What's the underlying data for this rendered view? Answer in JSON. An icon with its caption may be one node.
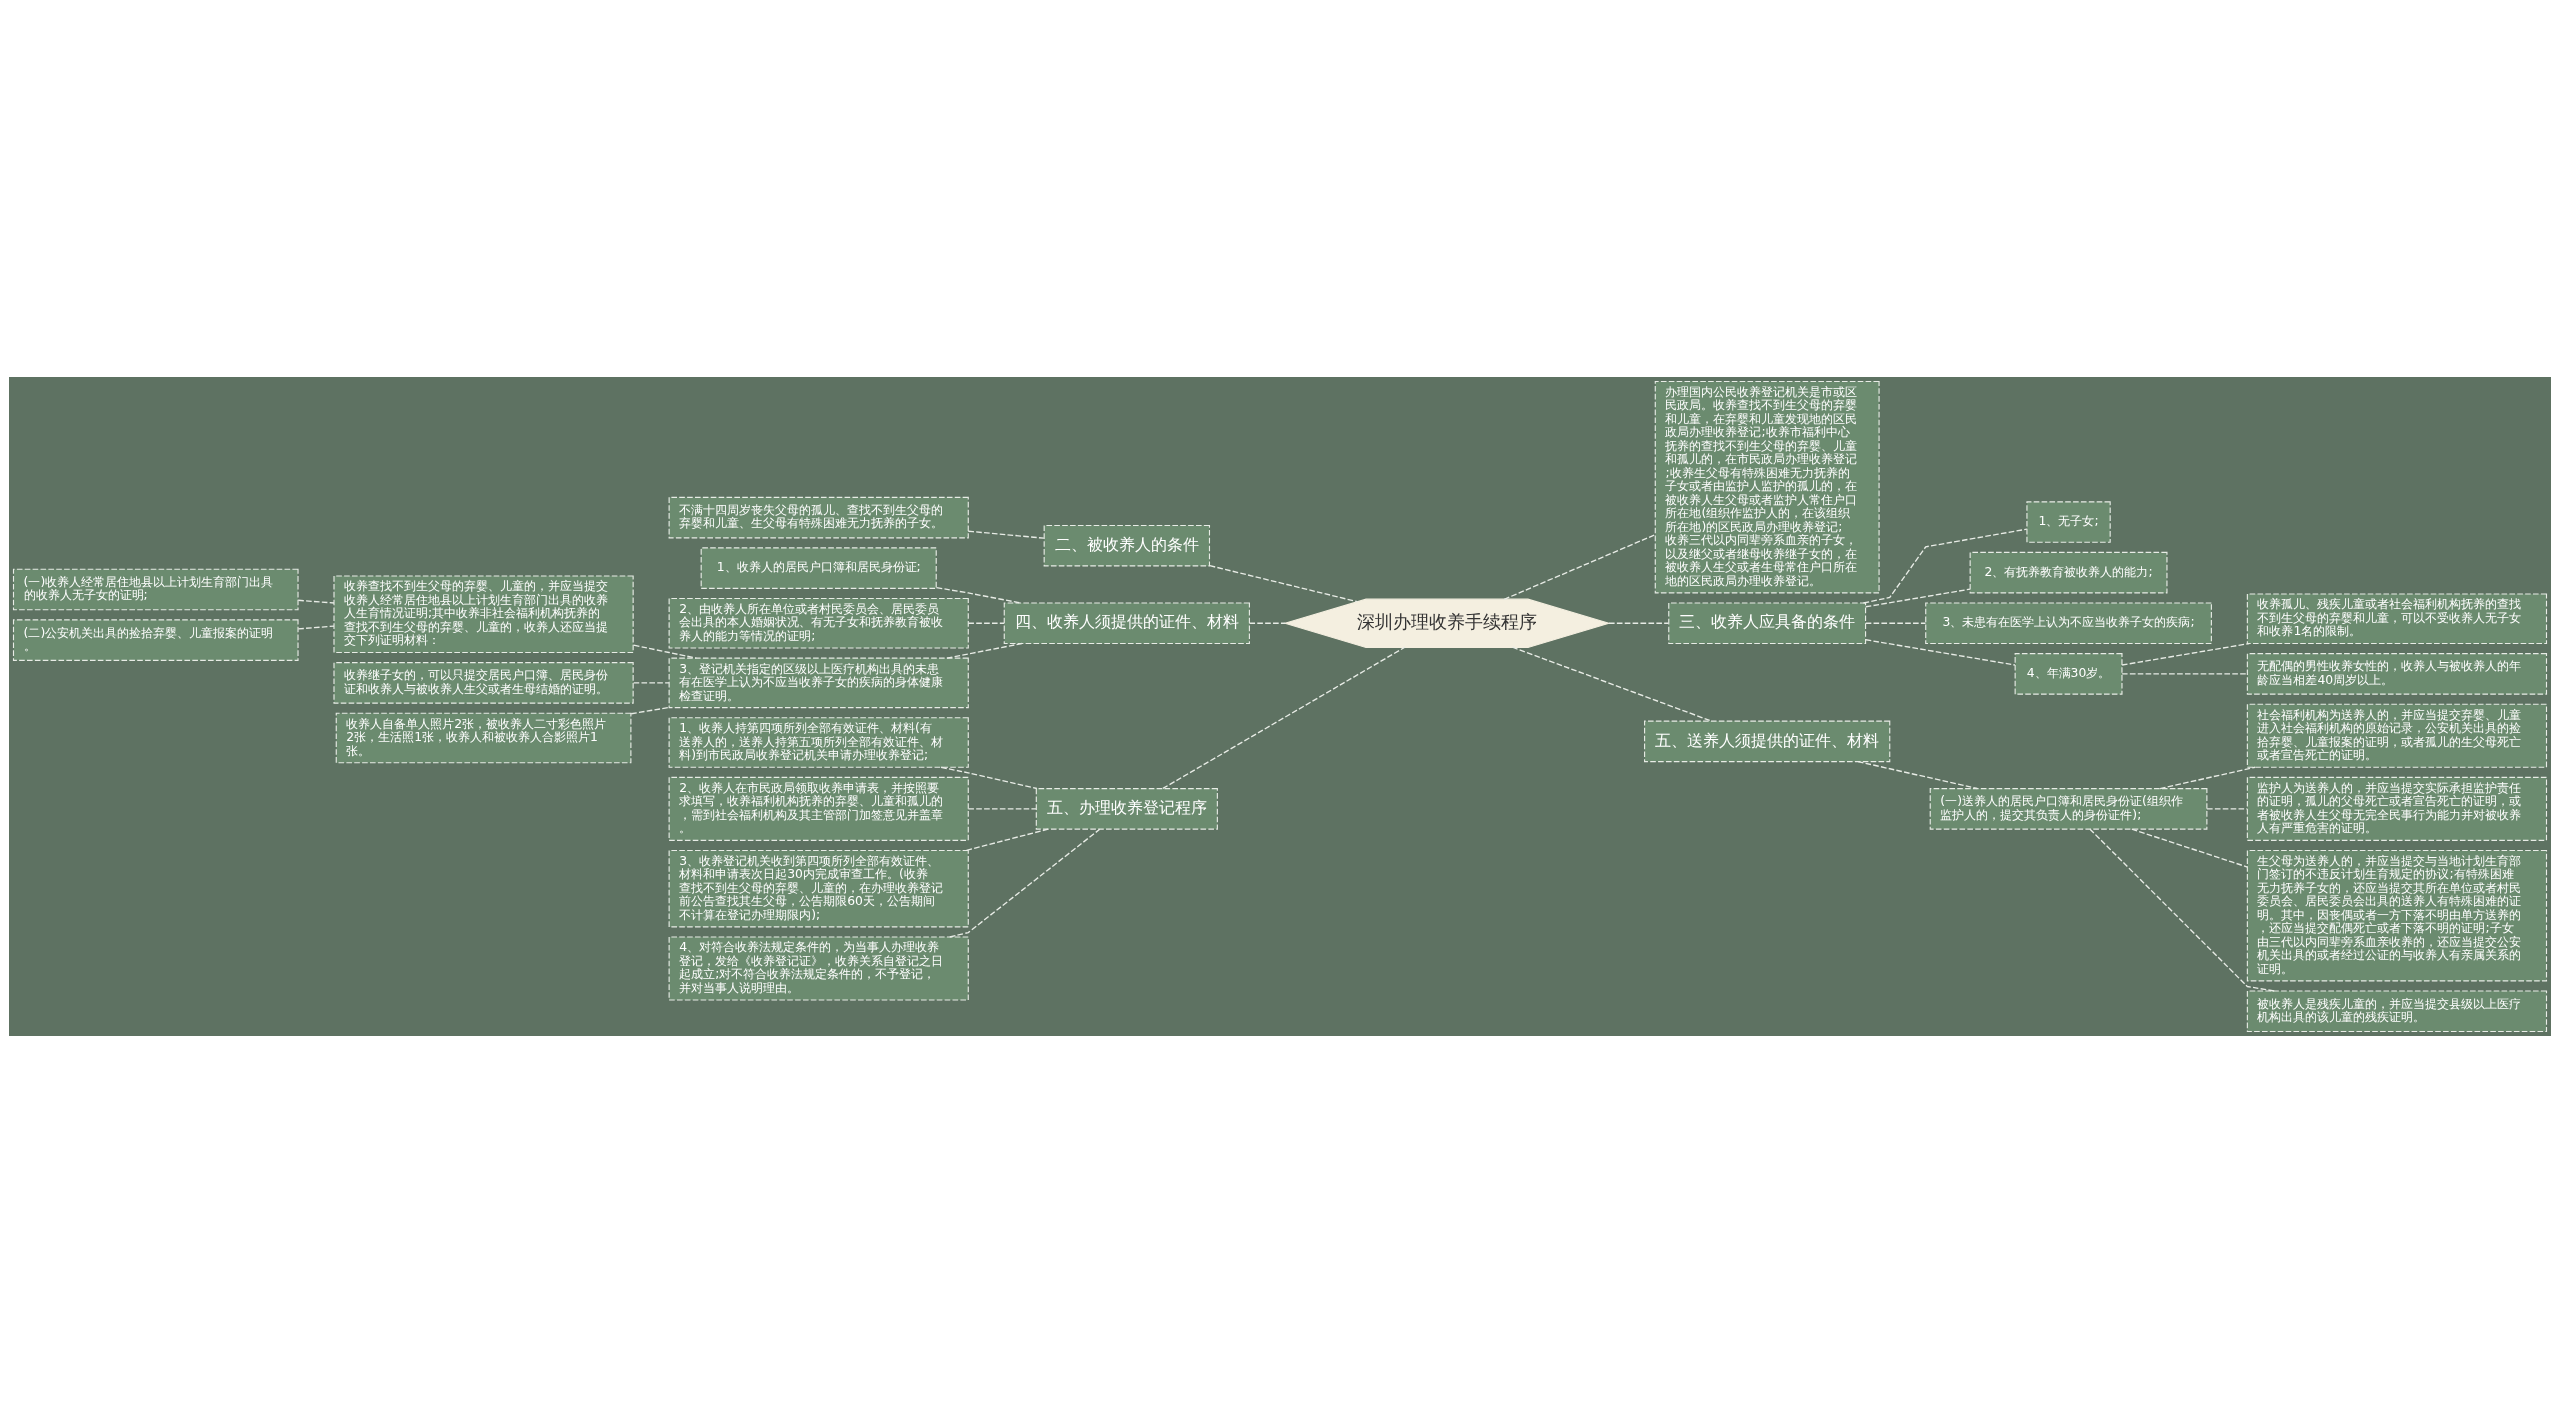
{
  "diagram": {
    "nodes": [
      {
        "text": [
          "深圳办理收养手续程序"
        ]
      },
      {
        "text": [
          "二、被收养人的条件"
        ]
      },
      {
        "text": [
          "不满十四周岁丧失父母的孤儿、查找不到生父母的弃婴和儿童、生父母有特殊困难无力抚养的子女。"
        ]
      },
      {
        "text": [
          "四、收养人须提供的证件、材料"
        ]
      },
      {
        "text": [
          "1、收养人的居民户口簿和居民身份证;"
        ]
      },
      {
        "text": [
          "2、由收养人所在单位或者村民委员会、居民委员会出具的本人婚姻状况、有无子女和抚养教育被收养人的能力等情况的证明;"
        ]
      },
      {
        "text": [
          "3、登记机关指定的区级以上医疗机构出具的未患有在医学上认为不应当收养子女的疾病的身体健康检查证明。"
        ]
      },
      {
        "text": [
          "收养查找不到生父母的弃婴、儿童的，并应当提交收养人经常居住地县以上计划生育部门出具的收养人生育情况证明;其中收养非社会福利机构抚养的查找不到生父母的弃婴、儿童的，收养人还应当提交下列证明材料："
        ]
      },
      {
        "text": [
          "(一)收养人经常居住地县以上计划生育部门出具的收养人无子女的证明;"
        ]
      },
      {
        "text": [
          "(二)公安机关出具的捡拾弃婴、儿童报案的证明。"
        ]
      },
      {
        "text": [
          "收养继子女的，可以只提交居民户口簿、居民身份证和收养人与被收养人生父或者生母结婚的证明。"
        ]
      },
      {
        "text": [
          "收养人自备单人照片2张，被收养人二寸彩色照片2张，生活照1张，收养人和被收养人合影照片1张。"
        ]
      },
      {
        "text": [
          "五、办理收养登记程序"
        ]
      },
      {
        "text": [
          "1、收养人持第四项所列全部有效证件、材料(有送养人的，送养人持第五项所列全部有效证件、材料)到市民政局收养登记机关申请办理收养登记;"
        ]
      },
      {
        "text": [
          "2、收养人在市民政局领取收养申请表，并按照要求填写，收养福利机构抚养的弃婴、儿童和孤儿的，需到社会福利机构及其主管部门加签意见并盖章。"
        ]
      },
      {
        "text": [
          "3、收养登记机关收到第四项所列全部有效证件、材料和申请表次日起30内完成审查工作。(收养查找不到生父母的弃婴、儿童的，在办理收养登记前公告查找其生父母，公告期限60天，公告期间不计算在登记办理期限内);"
        ]
      },
      {
        "text": [
          "4、对符合收养法规定条件的，为当事人办理收养登记，发给《收养登记证》，收养关系自登记之日起成立;对不符合收养法规定条件的，不予登记，并对当事人说明理由。"
        ]
      },
      {
        "text": [
          "办理国内公民收养登记机关是市或区民政局。收养查找不到生父母的弃婴和儿童，在弃婴和儿童发现地的区民政局办理收养登记;收养市福利中心抚养的查找不到生父母的弃婴、儿童和孤儿的，在市民政局办理收养登记;收养生父母有特殊困难无力抚养的子女或者由监护人监护的孤儿的，在被收养人生父母或者监护人常住户口所在地(组织作监护人的，在该组织所在地)的区民政局办理收养登记;收养三代以内同辈旁系血亲的子女，以及继父或者继母收养继子女的，在被收养人生父或者生母常住户口所在地的区民政局办理收养登记。"
        ]
      },
      {
        "text": [
          "三、收养人应具备的条件"
        ]
      },
      {
        "text": [
          "1、无子女;"
        ]
      },
      {
        "text": [
          "2、有抚养教育被收养人的能力;"
        ]
      },
      {
        "text": [
          "3、未患有在医学上认为不应当收养子女的疾病;"
        ]
      },
      {
        "text": [
          "4、年满30岁。"
        ]
      },
      {
        "text": [
          "收养孤儿、残疾儿童或者社会福利机构抚养的查找不到生父母的弃婴和儿童，可以不受收养人无子女和收养1名的限制。"
        ]
      },
      {
        "text": [
          "无配偶的男性收养女性的，收养人与被收养人的年龄应当相差40周岁以上。"
        ]
      },
      {
        "text": [
          "五、送养人须提供的证件、材料"
        ]
      },
      {
        "text": [
          "(一)送养人的居民户口簿和居民身份证(组织作监护人的，提交其负责人的身份证件);"
        ]
      },
      {
        "text": [
          "社会福利机构为送养人的，并应当提交弃婴、儿童进入社会福利机构的原始记录，公安机关出具的捡拾弃婴、儿童报案的证明，或者孤儿的生父母死亡或者宣告死亡的证明。"
        ]
      },
      {
        "text": [
          "监护人为送养人的，并应当提交实际承担监护责任的证明，孤儿的父母死亡或者宣告死亡的证明，或者被收养人生父母无完全民事行为能力并对被收养人有严重危害的证明。"
        ]
      },
      {
        "text": [
          "生父母为送养人的，并应当提交与当地计划生育部门签订的不违反计划生育规定的协议;有特殊困难无力抚养子女的，还应当提交其所在单位或者村民委员会、居民委员会出具的送养人有特殊困难的证明。其中，因丧偶或者一方下落不明由单方送养的，还应当提交配偶死亡或者下落不明的证明;子女由三代以内同辈旁系血亲收养的，还应当提交公安机关出具的或者经过公证的与收养人有亲属关系的证明。"
        ]
      },
      {
        "text": [
          "被收养人是残疾儿童的，并应当提交县级以上医疗机构出具的该儿童的残疾证明。"
        ]
      }
    ],
    "edges": [
      {
        "from": 0,
        "to": 1,
        "arrow": "none"
      },
      {
        "from": 1,
        "to": 2,
        "arrow": "none"
      },
      {
        "from": 0,
        "to": 3,
        "arrow": "none"
      },
      {
        "from": 3,
        "to": 4,
        "arrow": "none"
      },
      {
        "from": 3,
        "to": 5,
        "arrow": "none"
      },
      {
        "from": 3,
        "to": 6,
        "arrow": "none"
      },
      {
        "from": 6,
        "to": 7,
        "arrow": "none"
      },
      {
        "from": 7,
        "to": 8,
        "arrow": "none"
      },
      {
        "from": 7,
        "to": 9,
        "arrow": "none"
      },
      {
        "from": 6,
        "to": 10,
        "arrow": "none"
      },
      {
        "from": 6,
        "to": 11,
        "arrow": "none"
      },
      {
        "from": 0,
        "to": 12,
        "arrow": "none"
      },
      {
        "from": 12,
        "to": 13,
        "arrow": "none"
      },
      {
        "from": 12,
        "to": 14,
        "arrow": "none"
      },
      {
        "from": 12,
        "to": 15,
        "arrow": "none"
      },
      {
        "from": 12,
        "to": 16,
        "arrow": "none"
      },
      {
        "from": 0,
        "to": 17,
        "arrow": "none"
      },
      {
        "from": 0,
        "to": 18,
        "arrow": "none"
      },
      {
        "from": 18,
        "to": 19,
        "arrow": "none"
      },
      {
        "from": 18,
        "to": 20,
        "arrow": "none"
      },
      {
        "from": 18,
        "to": 21,
        "arrow": "none"
      },
      {
        "from": 18,
        "to": 22,
        "arrow": "none"
      },
      {
        "from": 22,
        "to": 23,
        "arrow": "none"
      },
      {
        "from": 22,
        "to": 24,
        "arrow": "none"
      },
      {
        "from": 0,
        "to": 25,
        "arrow": "none"
      },
      {
        "from": 25,
        "to": 26,
        "arrow": "none"
      },
      {
        "from": 26,
        "to": 27,
        "arrow": "none"
      },
      {
        "from": 26,
        "to": 28,
        "arrow": "none"
      },
      {
        "from": 26,
        "to": 29,
        "arrow": "none"
      },
      {
        "from": 26,
        "to": 30,
        "arrow": "none"
      }
    ]
  }
}
